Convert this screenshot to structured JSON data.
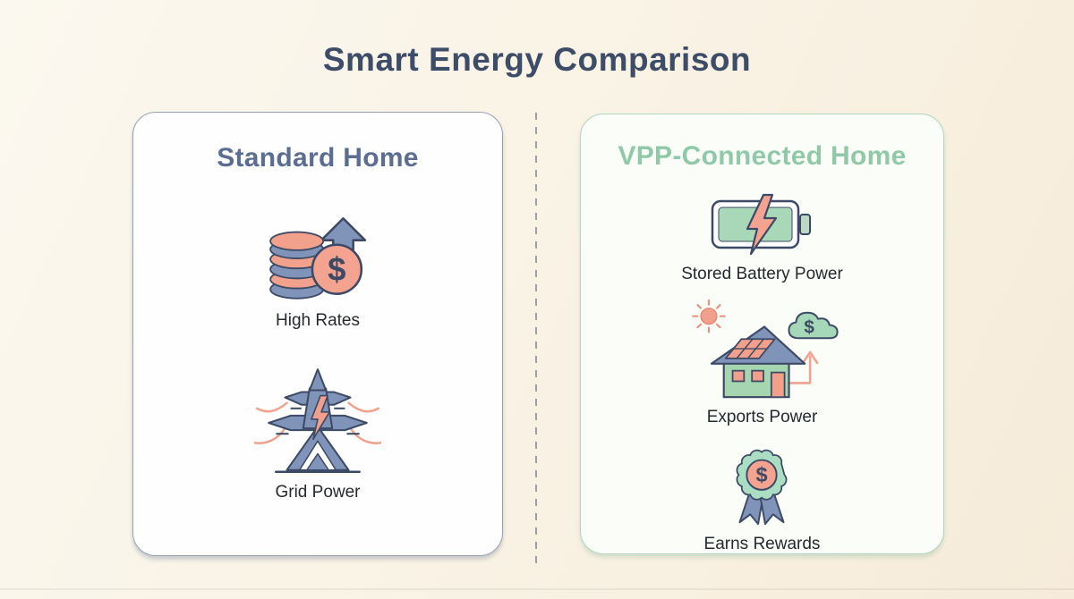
{
  "title": "Smart Energy Comparison",
  "icons": {
    "dollar": "$"
  },
  "cards": {
    "standard": {
      "title": "Standard Home",
      "items": [
        {
          "icon": "coins-rising-rates-icon",
          "label": "High Rates"
        },
        {
          "icon": "transmission-tower-icon",
          "label": "Grid Power"
        }
      ]
    },
    "vpp": {
      "title": "VPP-Connected Home",
      "items": [
        {
          "icon": "battery-bolt-icon",
          "label": "Stored Battery Power"
        },
        {
          "icon": "solar-home-export-icon",
          "label": "Exports Power"
        },
        {
          "icon": "reward-badge-icon",
          "label": "Earns Rewards"
        }
      ]
    }
  },
  "colors": {
    "accent_salmon": "#f2a08c",
    "accent_blue_gray": "#8093b8",
    "accent_green": "#a5d6b0",
    "accent_mint": "#aaddc2",
    "outline": "#3d4a66",
    "standard_header": "#5b6e91",
    "vpp_header": "#8fc9a8",
    "title_color": "#3d4d68"
  }
}
